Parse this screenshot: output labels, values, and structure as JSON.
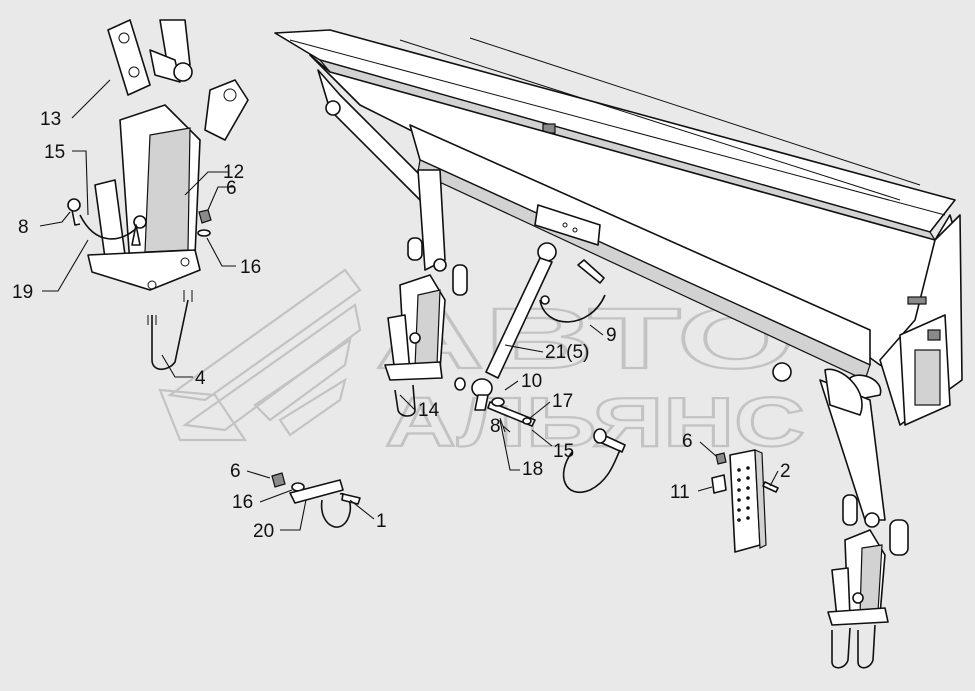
{
  "watermark": {
    "line1": "АВТО",
    "line2": "АЛЬЯНС"
  },
  "callouts": {
    "c13": "13",
    "c15a": "15",
    "c12": "12",
    "c6a": "6",
    "c8a": "8",
    "c16a": "16",
    "c19": "19",
    "c4": "4",
    "c9": "9",
    "c21": "21(5)",
    "c14": "14",
    "c10": "10",
    "c17": "17",
    "c8b": "8",
    "c15b": "15",
    "c18": "18",
    "c6b": "6",
    "c2": "2",
    "c11": "11",
    "c6c": "6",
    "c16b": "16",
    "c20": "20",
    "c1": "1"
  }
}
